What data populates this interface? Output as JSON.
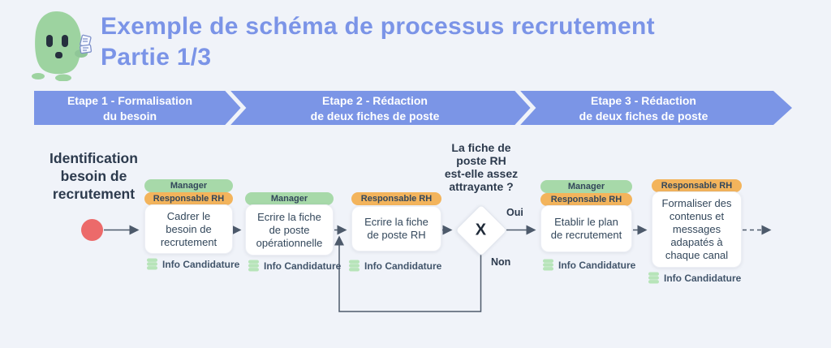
{
  "header": {
    "title_line1": "Exemple de schéma de processus recrutement",
    "title_line2": "Partie 1/3",
    "title_color": "#7b94e7",
    "mascot": "green-ghost-mascot"
  },
  "banner": {
    "color": "#7b95e6",
    "steps": [
      {
        "line1": "Etape 1 - Formalisation",
        "line2": "du besoin"
      },
      {
        "line1": "Etape 2 - Rédaction",
        "line2": "de deux fiches de poste"
      },
      {
        "line1": "Etape 3 - Rédaction",
        "line2": "de deux fiches de poste"
      }
    ]
  },
  "flow": {
    "start": {
      "label": "Identification besoin de recrutement",
      "marker_color": "#ec6a6a"
    },
    "tag_colors": {
      "manager_green": "#a7d9a9",
      "responsable_rh_orange": "#f3b45c"
    },
    "nodes": [
      {
        "label": "Cadrer le besoin de recrutement",
        "tags": [
          "Manager",
          "Responsable RH"
        ],
        "datastore": "Info Candidature"
      },
      {
        "label": "Ecrire la fiche de poste opérationnelle",
        "tags": [
          "Manager"
        ],
        "datastore": "Info Candidature"
      },
      {
        "label": "Ecrire la fiche de poste RH",
        "tags": [
          "Responsable RH"
        ],
        "datastore": "Info Candidature"
      },
      {
        "label": "Etablir le plan de recrutement",
        "tags": [
          "Manager",
          "Responsable RH"
        ],
        "datastore": "Info Candidature"
      },
      {
        "label": "Formaliser des contenus et messages adapatés à chaque canal",
        "tags": [
          "Responsable RH"
        ],
        "datastore": "Info Candidature"
      }
    ],
    "decision": {
      "symbol": "X",
      "question_line1": "La fiche de",
      "question_line2": "poste RH",
      "question_line3": "est-elle assez",
      "question_line4": "attrayante ?",
      "yes_label": "Oui",
      "no_label": "Non"
    }
  }
}
